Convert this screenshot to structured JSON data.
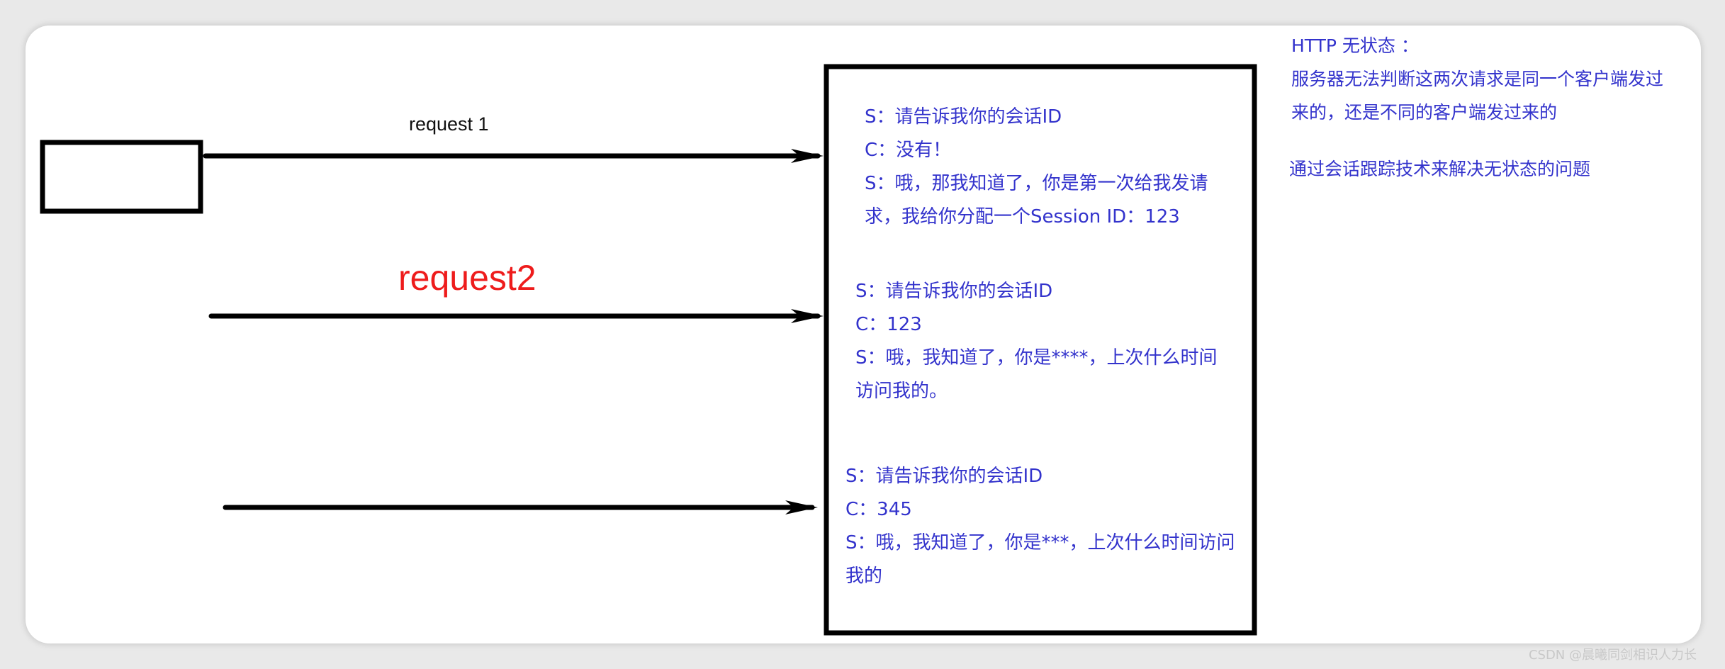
{
  "labels": {
    "request1": "request 1",
    "request2": "request2"
  },
  "dialogs": [
    {
      "lines": [
        "S：请告诉我你的会话ID",
        "C：没有！",
        "S：哦，那我知道了，你是第一次给我发请",
        "求，我给你分配一个Session ID：123"
      ]
    },
    {
      "lines": [
        "S：请告诉我你的会话ID",
        "C：123",
        "S：哦，我知道了，你是****，上次什么时间",
        "访问我的。"
      ]
    },
    {
      "lines": [
        "S：请告诉我你的会话ID",
        "C：345",
        "S：哦，我知道了，你是***，上次什么时间访问",
        "我的"
      ]
    }
  ],
  "note": {
    "title": "HTTP 无状态 ：",
    "line1": "服务器无法判断这两次请求是同一个客户端发过",
    "line2": "来的，还是不同的客户端发过来的",
    "line3": "通过会话跟踪技术来解决无状态的问题"
  },
  "watermark": "CSDN @晨曦同剑相识人力长",
  "colors": {
    "dialog_text": "#3333cc",
    "label_red": "#ee1c1c",
    "stroke": "#000000"
  }
}
